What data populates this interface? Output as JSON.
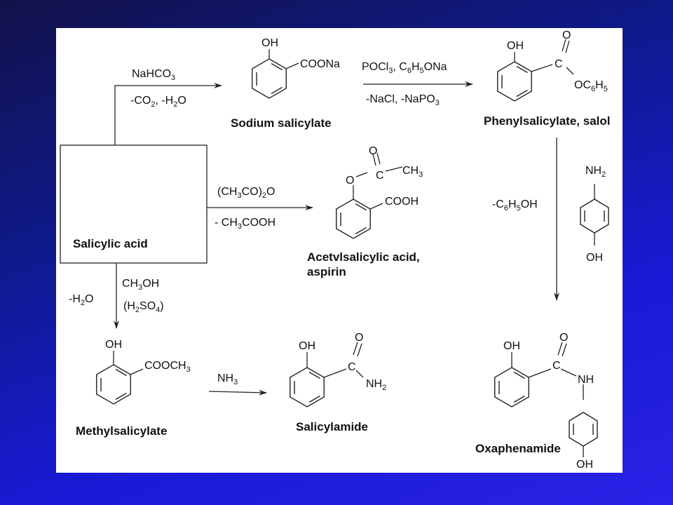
{
  "reagents": {
    "nahco3": {
      "a": "NaHCO",
      "a_sub": "3"
    },
    "co2_h2o": {
      "a": "-CO",
      "a_sub": "2",
      "b": ", -H",
      "b_sub": "2",
      "c": "O"
    },
    "pocl3": {
      "a": "POCl",
      "a_sub": "3",
      "b": ", C",
      "b_sub": "6",
      "c": "H",
      "c_sub": "5",
      "d": "ONa"
    },
    "nacl": {
      "a": "-NaCl,  -NaPO",
      "a_sub": "3"
    },
    "ac2o": {
      "a": "(CH",
      "a_sub": "3",
      "b": "CO)",
      "b_sub": "2",
      "c": "O"
    },
    "acoh": {
      "a": "- CH",
      "a_sub": "3",
      "b": "COOH"
    },
    "phenol": {
      "a": "-C",
      "a_sub": "6",
      "b": "H",
      "b_sub": "5",
      "c": "OH"
    },
    "ch3oh": {
      "a": "CH",
      "a_sub": "3",
      "b": "OH"
    },
    "h2so4": {
      "a": "(H",
      "a_sub": "2",
      "b": "SO",
      "b_sub": "4",
      "c": ")"
    },
    "minus_h2o": {
      "a": "-H",
      "a_sub": "2",
      "b": "O"
    },
    "nh3": {
      "a": "NH",
      "a_sub": "3"
    }
  },
  "compounds": {
    "salicylic_acid": "Salicylic acid",
    "sodium_salicylate": "Sodium salicylate",
    "salol": "Phenylsalicylate, salol",
    "aspirin_line1": "Acetvlsalicylic acid,",
    "aspirin_line2": "aspirin",
    "methylsalicylate": "Methylsalicylate",
    "salicylamide": "Salicylamide",
    "oxaphenamide": "Oxaphenamide"
  },
  "atoms": {
    "oh": "OH",
    "coona": "COONa",
    "cooh": "COOH",
    "cooch3": {
      "a": "COOCH",
      "a_sub": "3"
    },
    "c": "C",
    "o": "O",
    "ch3": {
      "a": "CH",
      "a_sub": "3"
    },
    "oc6h5": {
      "a": "OC",
      "a_sub": "6",
      "b": "H",
      "b_sub": "5"
    },
    "nh2": {
      "a": "NH",
      "a_sub": "2"
    },
    "nh": "NH"
  },
  "colors": {
    "background": "#1a1ad8",
    "panel": "#ffffff",
    "ink": "#111111"
  }
}
